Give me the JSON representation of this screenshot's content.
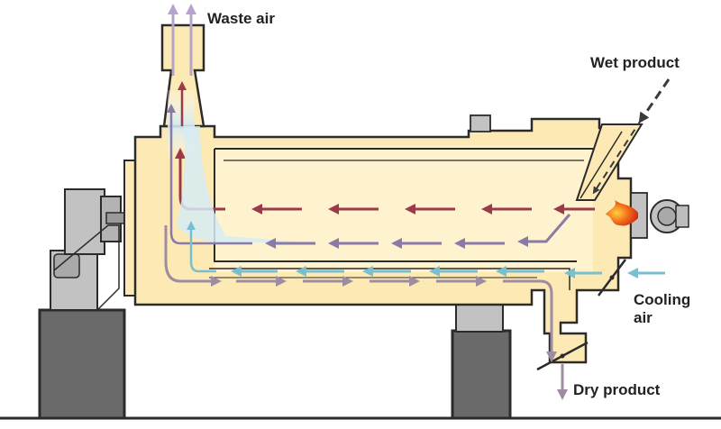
{
  "labels": {
    "waste_air": "Waste air",
    "wet_product": "Wet product",
    "cooling_air_line1": "Cooling",
    "cooling_air_line2": "air",
    "dry_product": "Dry product"
  },
  "colors": {
    "drum_fill": "#fde9b4",
    "drum_fill_light": "#fff5d8",
    "outline": "#2b2b2b",
    "pedestal": "#6a6a6a",
    "machine_grey": "#c2c2c2",
    "hot_air_arrow": "#9b3a4a",
    "mixed_air_arrow": "#8a7aa8",
    "cooling_air_arrow": "#78c0d0",
    "product_arrow": "#9e8ca0",
    "flame": "#e84a1a",
    "waste_air_arrow": "#b6a4cc"
  }
}
